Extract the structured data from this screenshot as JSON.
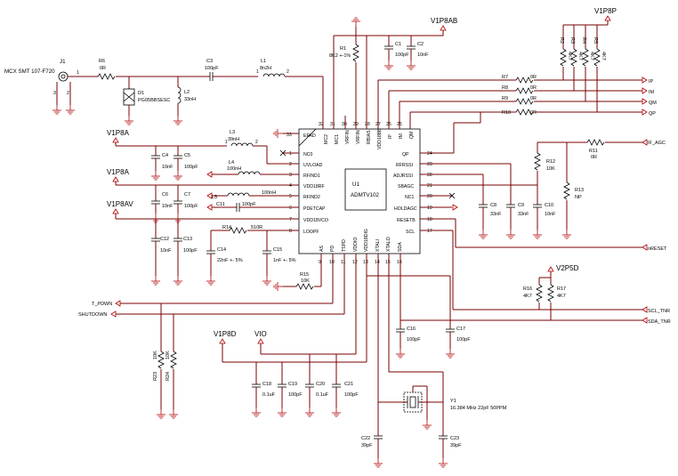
{
  "ic": {
    "ref": "U1",
    "part": "ADMTV102"
  },
  "connector": {
    "ref": "J1",
    "part": "MCX SMT 107-F720",
    "pins": [
      "1",
      "3",
      "2"
    ]
  },
  "rails": {
    "v1p8ab": "V1P8AB",
    "v1p8p": "V1P8P",
    "v1p8a_1": "V1P8A",
    "v1p8a_2": "V1P8A",
    "v1p8av": "V1P8AV",
    "v2p5d": "V2P5D",
    "v1p8d": "V1P8D",
    "vio": "VIO"
  },
  "ports": {
    "ip": "IP",
    "im": "IM",
    "qm": "QM",
    "qp": "QP",
    "if_agc": "IF_AGC",
    "nreset": "nRESET",
    "scl_tnr": "SCL_TNR",
    "sda_tnr": "SDA_TNR",
    "t_pdwn": "T_PDWN",
    "shutdown": "SHUTDOWN"
  },
  "left_pins": [
    {
      "num": "33",
      "name": "EPAD"
    },
    {
      "num": "1",
      "name": "NC0"
    },
    {
      "num": "2",
      "name": "UVLOAD"
    },
    {
      "num": "3",
      "name": "RFIND1"
    },
    {
      "num": "4",
      "name": "VDD18RF"
    },
    {
      "num": "5",
      "name": "RFIND2"
    },
    {
      "num": "6",
      "name": "PDETCAP"
    },
    {
      "num": "7",
      "name": "VDD18VCO"
    },
    {
      "num": "8",
      "name": "LOOPF"
    }
  ],
  "right_pins": [
    {
      "num": "24",
      "name": "QP"
    },
    {
      "num": "23",
      "name": "RFRSSI"
    },
    {
      "num": "22",
      "name": "ADJRSSI"
    },
    {
      "num": "21",
      "name": "SBAGC"
    },
    {
      "num": "20",
      "name": "NC1"
    },
    {
      "num": "19",
      "name": "HOLDAGC"
    },
    {
      "num": "18",
      "name": "RESETB"
    },
    {
      "num": "17",
      "name": "SCL"
    }
  ],
  "top_pins": [
    {
      "num": "32",
      "name": "MC2"
    },
    {
      "num": "31",
      "name": "MC1"
    },
    {
      "num": "30",
      "name": "VRFIN"
    },
    {
      "num": "29",
      "name": "VRFIN"
    },
    {
      "num": "28",
      "name": "RBIAS"
    },
    {
      "num": "27",
      "name": "VDD18BB"
    },
    {
      "num": "26",
      "name": "IP"
    },
    {
      "num": "25",
      "name": "IM"
    },
    {
      "num": "",
      "name": "QM"
    }
  ],
  "bottom_pins": [
    {
      "num": "9",
      "name": "AS"
    },
    {
      "num": "10",
      "name": "PD"
    },
    {
      "num": "11",
      "name": "TSPD"
    },
    {
      "num": "12",
      "name": "VDDIO"
    },
    {
      "num": "13",
      "name": "VDD18DIG"
    },
    {
      "num": "14",
      "name": "XTALI"
    },
    {
      "num": "15",
      "name": "XTALO"
    },
    {
      "num": "16",
      "name": "SDA"
    }
  ],
  "parts": {
    "r6": {
      "ref": "R6",
      "val": "0R"
    },
    "c3": {
      "ref": "C3",
      "val": "100pF"
    },
    "l1": {
      "ref": "L1",
      "val": "8n2H"
    },
    "d1": {
      "ref": "D1",
      "val": "PG05BBSESC"
    },
    "l2": {
      "ref": "L2",
      "val": "33nH"
    },
    "r1": {
      "ref": "R1",
      "val": "8K2 +-1%"
    },
    "c1": {
      "ref": "C1",
      "val": "100pF"
    },
    "c2": {
      "ref": "C2",
      "val": "10nF"
    },
    "l3": {
      "ref": "L3",
      "val": "39nH"
    },
    "c4": {
      "ref": "C4",
      "val": "10nF"
    },
    "c5": {
      "ref": "C5",
      "val": "100pF"
    },
    "l4": {
      "ref": "L4",
      "val": "100nH"
    },
    "c6": {
      "ref": "C6",
      "val": "10nF"
    },
    "c7": {
      "ref": "C7",
      "val": "100pF"
    },
    "l5": {
      "ref": "L5",
      "val": "100nH"
    },
    "c11": {
      "ref": "C11",
      "val": "100pF"
    },
    "r14": {
      "ref": "R14",
      "val": "510R"
    },
    "c12": {
      "ref": "C12",
      "val": "10nF"
    },
    "c13": {
      "ref": "C13",
      "val": "100pF"
    },
    "c14": {
      "ref": "C14",
      "val": "22nF +- 5%"
    },
    "c15": {
      "ref": "C15",
      "val": "1nF +- 5%"
    },
    "r15": {
      "ref": "R15",
      "val": "10K"
    },
    "r7": {
      "ref": "R7",
      "val": "0R"
    },
    "r8": {
      "ref": "R8",
      "val": "0R"
    },
    "r9": {
      "ref": "R9",
      "val": "0R"
    },
    "r10": {
      "ref": "R10",
      "val": "0R"
    },
    "r2": {
      "ref": "R2",
      "val": "4K7"
    },
    "r3": {
      "ref": "R3",
      "val": "4K7"
    },
    "r4": {
      "ref": "R4",
      "val": "4K7"
    },
    "r5": {
      "ref": "R5",
      "val": "4K7"
    },
    "r11": {
      "ref": "R11",
      "val": "0R"
    },
    "r12": {
      "ref": "R12",
      "val": "10K"
    },
    "r13": {
      "ref": "R13",
      "val": "NP"
    },
    "c8": {
      "ref": "C8",
      "val": "33nF"
    },
    "c9": {
      "ref": "C9",
      "val": "33nF"
    },
    "c10": {
      "ref": "C10",
      "val": "10nF"
    },
    "r16": {
      "ref": "R16",
      "val": "4K7"
    },
    "r17": {
      "ref": "R17",
      "val": "4K7"
    },
    "c16": {
      "ref": "C16",
      "val": "100pF"
    },
    "c17": {
      "ref": "C17",
      "val": "100pF"
    },
    "r23": {
      "ref": "R23",
      "val": "10K"
    },
    "r24": {
      "ref": "R24",
      "val": "10K"
    },
    "c18": {
      "ref": "C18",
      "val": "0.1uF"
    },
    "c19": {
      "ref": "C19",
      "val": "100pF"
    },
    "c20": {
      "ref": "C20",
      "val": "0.1uF"
    },
    "c21": {
      "ref": "C21",
      "val": "100pF"
    },
    "y1": {
      "ref": "Y1",
      "val": "16.384 MHz 22pF 50PPM"
    },
    "c22": {
      "ref": "C22",
      "val": "39pF"
    },
    "c23": {
      "ref": "C23",
      "val": "39pF"
    }
  },
  "pin_nums": {
    "one": "1",
    "two": "2"
  }
}
